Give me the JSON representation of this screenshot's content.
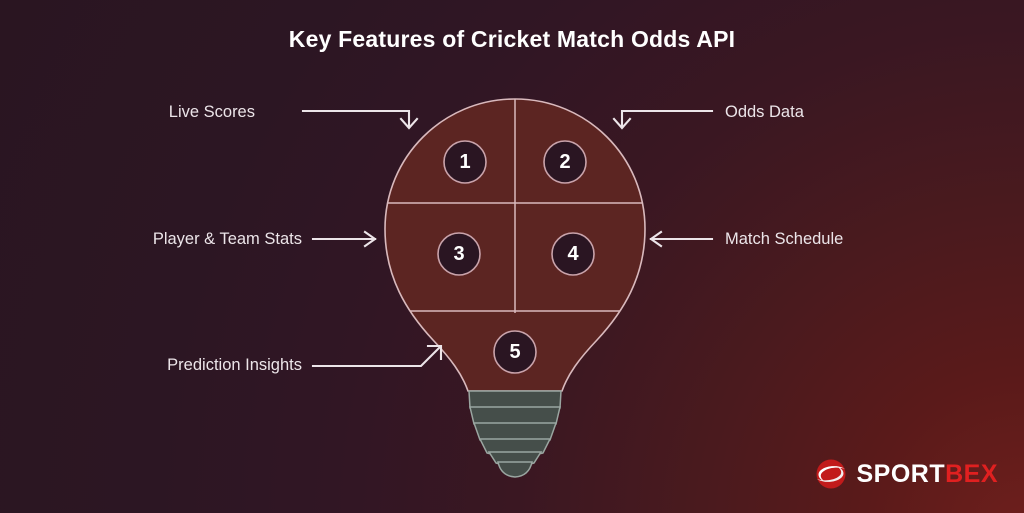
{
  "header": {
    "title": "Key Features of Cricket Match Odds API"
  },
  "diagram": {
    "shape": "lightbulb",
    "segments": [
      {
        "number": "1",
        "label": "Live Scores",
        "position": "top-left"
      },
      {
        "number": "2",
        "label": "Odds Data",
        "position": "top-right"
      },
      {
        "number": "3",
        "label": "Player & Team Stats",
        "position": "middle-left"
      },
      {
        "number": "4",
        "label": "Match Schedule",
        "position": "middle-right"
      },
      {
        "number": "5",
        "label": "Prediction Insights",
        "position": "bottom-center"
      }
    ],
    "arrows": [
      {
        "name": "arrow-live-scores",
        "direction": "right-then-down"
      },
      {
        "name": "arrow-odds-data",
        "direction": "left-then-down"
      },
      {
        "name": "arrow-player-stats",
        "direction": "right"
      },
      {
        "name": "arrow-match-schedule",
        "direction": "left"
      },
      {
        "name": "arrow-prediction",
        "direction": "right-then-up"
      }
    ]
  },
  "logo": {
    "name": "sportbex-logo",
    "text_primary": "SPORT",
    "text_accent": "BEX",
    "icon": "swoosh-circle-icon"
  },
  "colors": {
    "background_dark": "#2c1623",
    "background_glow": "#6e1f1c",
    "bulb_fill": "#5c2522",
    "bulb_stroke": "#d9b9bd",
    "circle_fill": "#2a1522",
    "circle_stroke": "#c9a3ab",
    "base_fill": "#454e4a",
    "base_stroke": "#9aa6a1",
    "text": "#ece5e9",
    "title": "#ffffff",
    "accent_red": "#e02020"
  }
}
